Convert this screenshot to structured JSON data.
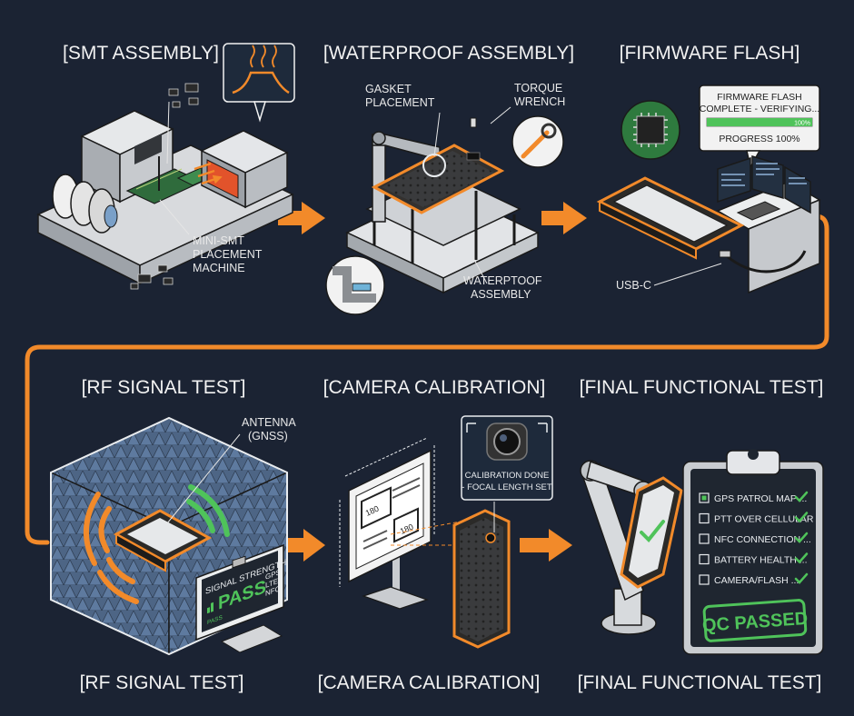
{
  "colors": {
    "background": "#1b2333",
    "accent_orange": "#f28a2a",
    "pass_green": "#4fc35a",
    "panel_light": "#e9ecef",
    "title_text": "#f2f2f2"
  },
  "stages": {
    "smt": {
      "title": "[SMT ASSEMBLY]",
      "machine_label": [
        "MINI-SMT",
        "PLACEMENT",
        "MACHINE"
      ],
      "icons": [
        "smt-machine-icon",
        "reflow-profile-icon",
        "chip-component-icon"
      ]
    },
    "waterproof": {
      "title": "[WATERPROOF ASSEMBLY]",
      "gasket_label": [
        "GASKET",
        "PLACEMENT"
      ],
      "torque_label": [
        "TORQUE",
        "WRENCH"
      ],
      "assembly_label": [
        "WATERPTOOF",
        "ASSEMBLY"
      ],
      "icons": [
        "press-fixture-icon",
        "wrench-icon",
        "gasket-crosssection-icon"
      ]
    },
    "firmware": {
      "title": "[FIRMWARE FLASH]",
      "screen_lines": [
        "FIRMWARE FLASH",
        "COMPLETE - VERIFYING..."
      ],
      "progress_text": "100%",
      "progress_label": "PROGRESS 100%",
      "progress": 1.0,
      "usb_label": "USB-C",
      "icons": [
        "chip-icon",
        "workstation-icon",
        "usb-cable-icon"
      ]
    },
    "rf": {
      "title_top": "[RF SIGNAL TEST]",
      "title_bottom": "[RF SIGNAL TEST]",
      "antenna_label": [
        "ANTENNA",
        "(GNSS)"
      ],
      "monitor_heading": "SIGNAL STRENGTH",
      "monitor_status": "PASS",
      "monitor_bands": [
        "GPS",
        "LTE",
        "NFC"
      ],
      "monitor_small": "PASS",
      "icons": [
        "anechoic-chamber-icon",
        "signal-wave-icon",
        "monitor-icon"
      ]
    },
    "camera": {
      "title_top": "[CAMERA CALIBRATION]",
      "title_bottom": "[CAMERA CALIBRATION]",
      "callout_lines": [
        "CALIBRATION DONE",
        "- FOCAL LENGTH SET"
      ],
      "chart_marks": [
        "180",
        "180"
      ],
      "icons": [
        "calibration-chart-icon",
        "camera-lens-icon"
      ]
    },
    "final": {
      "title_top": "[FINAL FUNCTIONAL TEST]",
      "title_bottom": "[FINAL FUNCTIONAL TEST]",
      "checklist": [
        {
          "label": "GPS PATROL MAP ...",
          "checked": true
        },
        {
          "label": "PTT OVER CELLULAR",
          "checked": false
        },
        {
          "label": "NFC CONNECTION ...",
          "checked": false
        },
        {
          "label": "BATTERY HEALTH ...",
          "checked": false
        },
        {
          "label": "CAMERA/FLASH ...",
          "checked": false
        }
      ],
      "stamp": "QC PASSED",
      "icons": [
        "robot-arm-icon",
        "clipboard-icon",
        "checkmark-icon"
      ]
    }
  }
}
